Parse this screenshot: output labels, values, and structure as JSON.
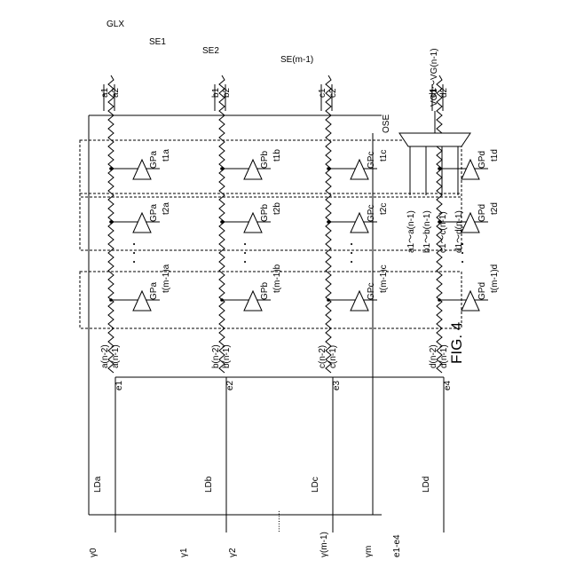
{
  "figure": {
    "title": "FIG. 4",
    "device_label": "GLX",
    "ose_label": "OSE",
    "vg_label": "VG1～VG(n-1)",
    "gamma_labels": [
      "γ0",
      "γ1",
      "γ2",
      "γ(m-1)",
      "γm",
      "e1-e4"
    ],
    "gamma_dots": ".........",
    "selectors": [
      {
        "label": "SE1",
        "tap": "t1"
      },
      {
        "label": "SE2",
        "tap": "t2"
      },
      {
        "label": "SE(m-1)",
        "tap": "t(m-1)"
      }
    ],
    "ladders": [
      {
        "label": "LDa",
        "group": "GPa",
        "suffix": "a",
        "out_top": [
          "a1",
          "a2"
        ],
        "out_bottom": [
          "a(n-2)",
          "a(n-1)"
        ],
        "e": "e1"
      },
      {
        "label": "LDb",
        "group": "GPb",
        "suffix": "b",
        "out_top": [
          "b1",
          "b2"
        ],
        "out_bottom": [
          "b(n-2)",
          "b(n-1)"
        ],
        "e": "e2"
      },
      {
        "label": "LDc",
        "group": "GPc",
        "suffix": "c",
        "out_top": [
          "c1",
          "c2"
        ],
        "out_bottom": [
          "c(n-2)",
          "c(n-1)"
        ],
        "e": "e3"
      },
      {
        "label": "LDd",
        "group": "GPd",
        "suffix": "d",
        "out_top": [
          "d1",
          "d2"
        ],
        "out_bottom": [
          "d(n-2)",
          "d(n-1)"
        ],
        "e": "e4"
      }
    ],
    "ose_inputs": [
      "a1～a(n-1)",
      "b1～b(n-1)",
      "c1～c(n-1)",
      "d1～d(n-1)"
    ],
    "col_dots": "・・・"
  }
}
